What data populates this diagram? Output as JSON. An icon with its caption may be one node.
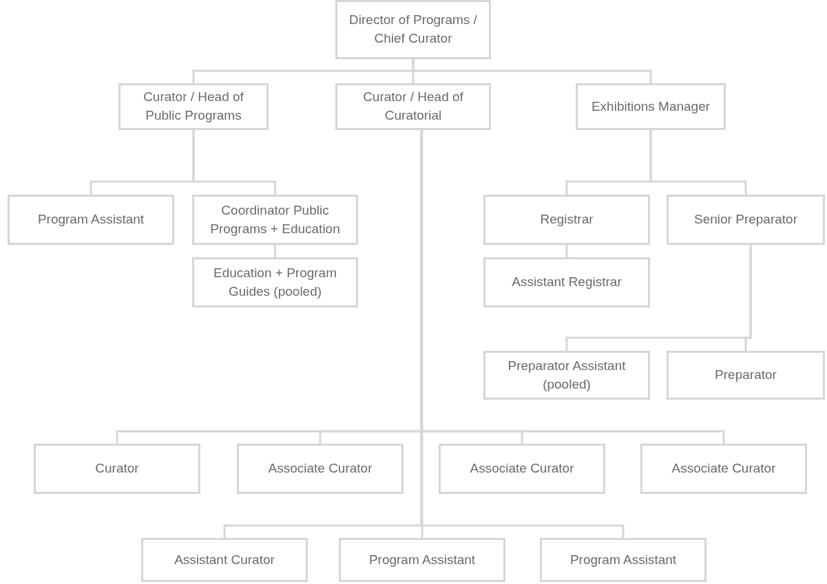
{
  "diagram": {
    "nodes": [
      {
        "text": [
          "Director of Programs / Chief Curator"
        ]
      },
      {
        "text": [
          "Curator / Head of Public Programs"
        ]
      },
      {
        "text": [
          "Curator / Head of Curatorial"
        ]
      },
      {
        "text": [
          "Exhibitions Manager"
        ]
      },
      {
        "text": [
          "Program Assistant"
        ]
      },
      {
        "text": [
          "Coordinator Public Programs + Education"
        ]
      },
      {
        "text": [
          "Education + Program Guides (pooled)"
        ]
      },
      {
        "text": [
          "Registrar"
        ]
      },
      {
        "text": [
          "Senior Preparator"
        ]
      },
      {
        "text": [
          "Assistant Registrar"
        ]
      },
      {
        "text": [
          "Preparator Assistant (pooled)"
        ]
      },
      {
        "text": [
          "Preparator"
        ]
      },
      {
        "text": [
          "Curator"
        ]
      },
      {
        "text": [
          "Associate Curator"
        ]
      },
      {
        "text": [
          "Associate Curator"
        ]
      },
      {
        "text": [
          "Associate Curator"
        ]
      },
      {
        "text": [
          "Assistant Curator"
        ]
      },
      {
        "text": [
          "Program Assistant"
        ]
      },
      {
        "text": [
          "Program Assistant"
        ]
      }
    ],
    "edges": [
      {
        "from": 0,
        "to": 1,
        "arrow": "none"
      },
      {
        "from": 0,
        "to": 2,
        "arrow": "none"
      },
      {
        "from": 0,
        "to": 3,
        "arrow": "none"
      },
      {
        "from": 1,
        "to": 4,
        "arrow": "none"
      },
      {
        "from": 1,
        "to": 5,
        "arrow": "none"
      },
      {
        "from": 5,
        "to": 6,
        "arrow": "none"
      },
      {
        "from": 3,
        "to": 7,
        "arrow": "none"
      },
      {
        "from": 3,
        "to": 8,
        "arrow": "none"
      },
      {
        "from": 7,
        "to": 9,
        "arrow": "none"
      },
      {
        "from": 8,
        "to": 10,
        "arrow": "none"
      },
      {
        "from": 8,
        "to": 11,
        "arrow": "none"
      },
      {
        "from": 2,
        "to": 12,
        "arrow": "none"
      },
      {
        "from": 2,
        "to": 13,
        "arrow": "none"
      },
      {
        "from": 2,
        "to": 14,
        "arrow": "none"
      },
      {
        "from": 2,
        "to": 15,
        "arrow": "none"
      },
      {
        "from": 2,
        "to": 16,
        "arrow": "none"
      },
      {
        "from": 2,
        "to": 17,
        "arrow": "none"
      },
      {
        "from": 2,
        "to": 18,
        "arrow": "none"
      }
    ]
  }
}
